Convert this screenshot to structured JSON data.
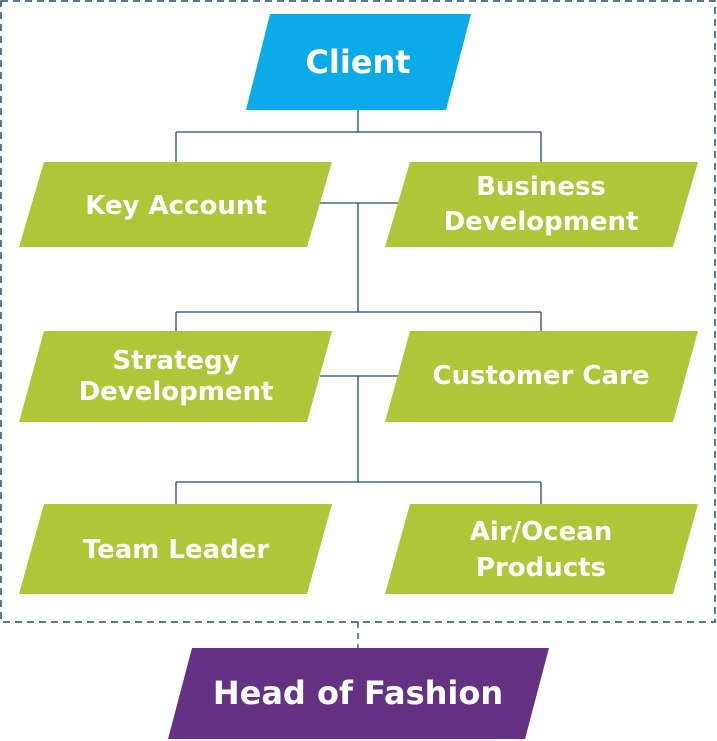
{
  "colors": {
    "client": "#0aa9e8",
    "role": "#aec638",
    "head": "#643183",
    "connector": "#1e4a73",
    "frame": "#1e4a73"
  },
  "nodes": {
    "client": "Client",
    "key_account": "Key Account",
    "business_development": [
      "Business",
      "Development"
    ],
    "strategy_development": [
      "Strategy",
      "Development"
    ],
    "customer_care": "Customer Care",
    "team_leader": "Team Leader",
    "air_ocean_products": [
      "Air/Ocean",
      "Products"
    ],
    "head_of_fashion": "Head of Fashion"
  }
}
